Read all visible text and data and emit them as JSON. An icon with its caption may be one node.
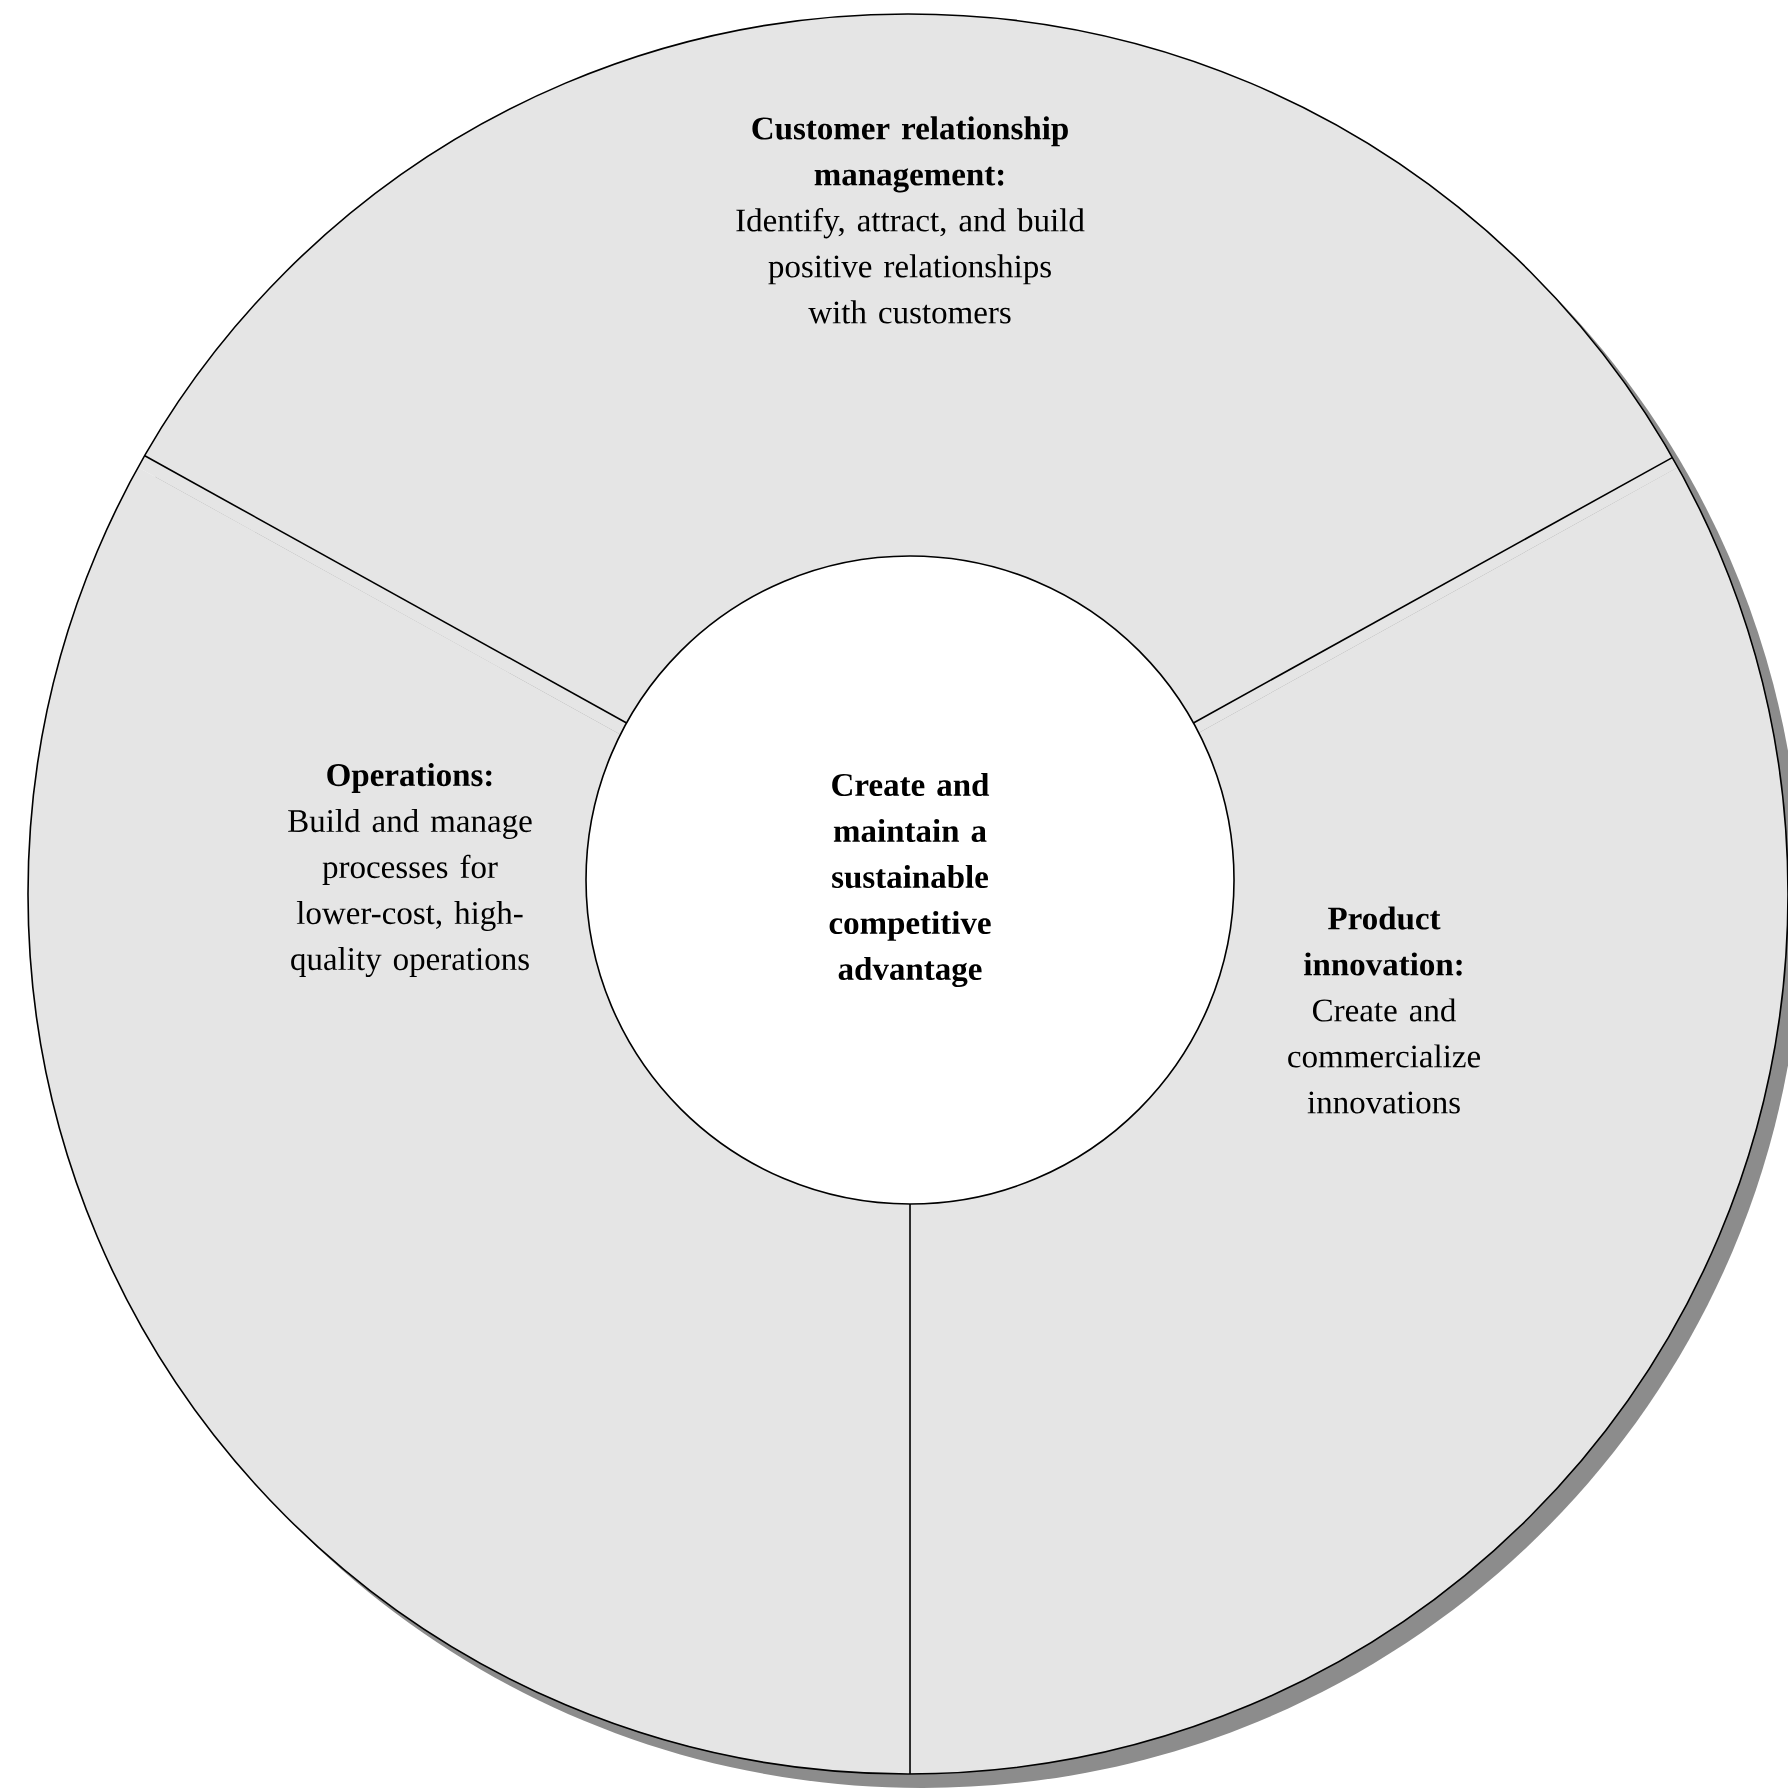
{
  "diagram": {
    "nodes": [
      {
        "text": [
          "Create and maintain a sustainable competitive advantage"
        ]
      },
      {
        "text": [
          "Customer relationship management:",
          "Identify, attract, and build positive relationships with customers"
        ]
      },
      {
        "text": [
          "Operations:",
          "Build and manage processes for lower-cost, high-quality operations"
        ]
      },
      {
        "text": [
          "Product innovation:",
          "Create and commercialize innovations"
        ]
      }
    ]
  }
}
